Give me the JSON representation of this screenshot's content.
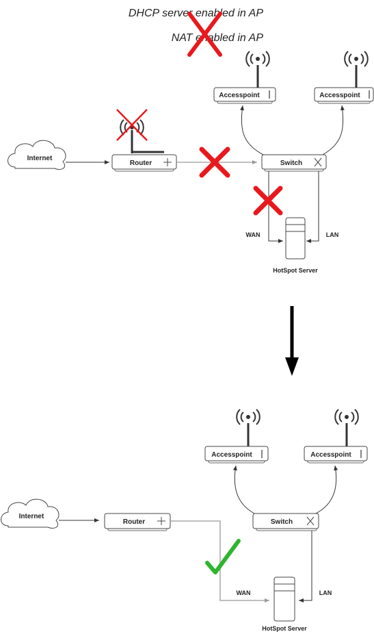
{
  "top": {
    "notes": [
      "DHCP server enabled in AP",
      "NAT enabled in AP"
    ],
    "internet_label": "Internet",
    "router_label": "Router",
    "switch_label": "Switch",
    "ap1_label": "Accesspoint",
    "ap2_label": "Accesspoint",
    "wan_label": "WAN",
    "lan_label": "LAN",
    "server_label": "HotSpot Server"
  },
  "bottom": {
    "internet_label": "Internet",
    "router_label": "Router",
    "switch_label": "Switch",
    "ap1_label": "Accesspoint",
    "ap2_label": "Accesspoint",
    "wan_label": "WAN",
    "lan_label": "LAN",
    "server_label": "HotSpot Server"
  },
  "colors": {
    "cross": "#e8191d",
    "check": "#2fb52f",
    "arrow": "#000000"
  }
}
